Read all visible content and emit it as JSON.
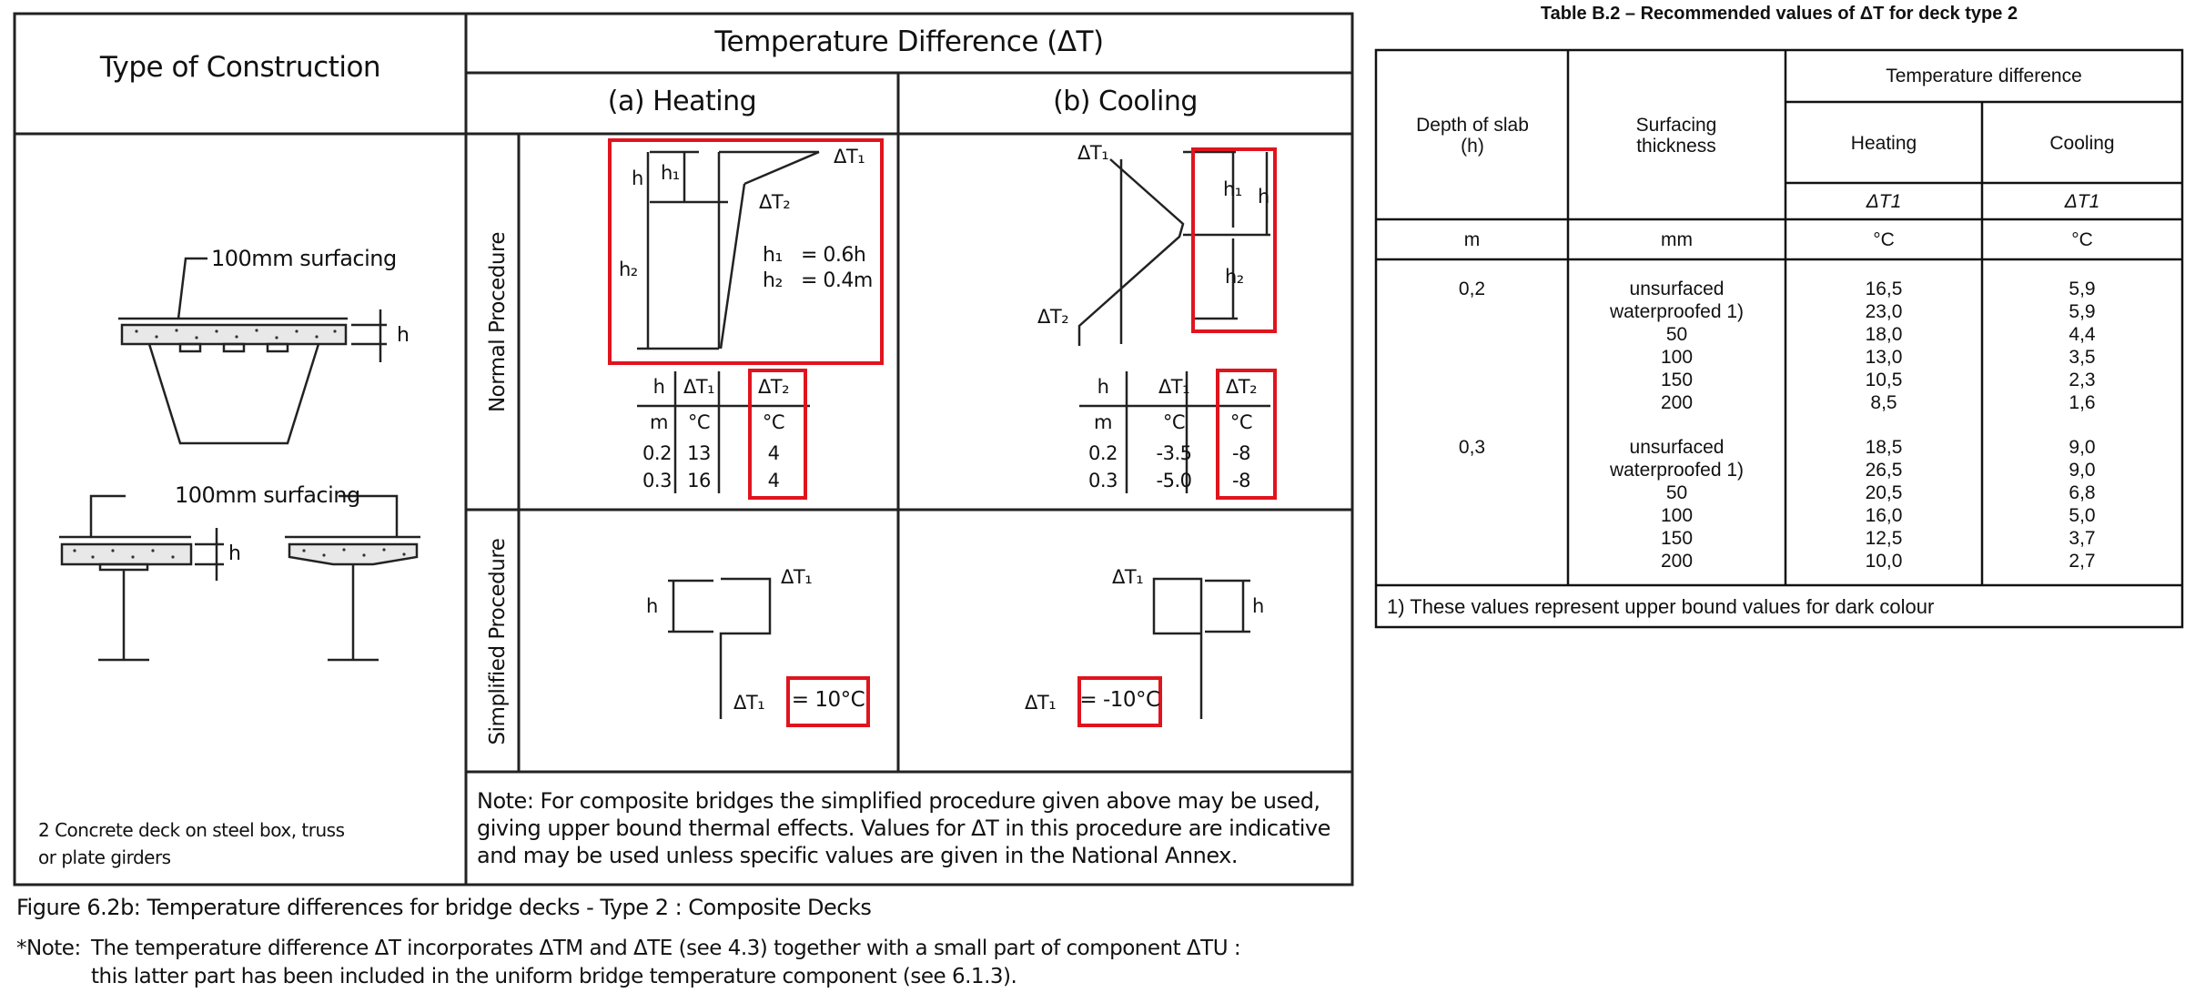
{
  "figure": {
    "header_type": "Type of Construction",
    "header_td": "Temperature Difference (ΔT)",
    "heating": "(a) Heating",
    "cooling": "(b) Cooling",
    "surfacing_top": "100mm surfacing",
    "surfacing_bottom": "100mm surfacing",
    "h": "h",
    "construction_caption_1": "2 Concrete deck on steel box, truss",
    "construction_caption_2": "or plate girders",
    "normal_procedure": "Normal Procedure",
    "simplified_procedure": "Simplified Procedure",
    "heat_labels": {
      "dt1": "ΔT₁",
      "dt2": "ΔT₂",
      "h1": "h₁",
      "h2": "h₂",
      "eq1_lhs": "h₁",
      "eq1_rhs": "= 0.6h",
      "eq2_lhs": "h₂",
      "eq2_rhs": "= 0.4m"
    },
    "cool_labels": {
      "dt1": "ΔT₁",
      "dt2": "ΔT₂",
      "h1": "h₁",
      "h2": "h₂",
      "h": "h"
    },
    "heat_table": {
      "headers": [
        "h",
        "ΔT₁",
        "ΔT₂"
      ],
      "units": [
        "m",
        "°C",
        "°C"
      ],
      "rows": [
        [
          "0.2",
          "13",
          "4"
        ],
        [
          "0.3",
          "16",
          "4"
        ]
      ]
    },
    "cool_table": {
      "headers": [
        "h",
        "ΔT₁",
        "ΔT₂"
      ],
      "units": [
        "m",
        "°C",
        "°C"
      ],
      "rows": [
        [
          "0.2",
          "-3.5",
          "-8"
        ],
        [
          "0.3",
          "-5.0",
          "-8"
        ]
      ]
    },
    "simp_heat": {
      "dt1_top": "ΔT₁",
      "h": "h",
      "dt1_bottom": "ΔT₁",
      "value": "= 10°C"
    },
    "simp_cool": {
      "dt1_top": "ΔT₁",
      "h": "h",
      "dt1_bottom": "ΔT₁",
      "value": "= -10°C"
    },
    "note_lines": [
      "Note: For composite bridges the simplified procedure given above may be used,",
      "giving upper bound thermal effects. Values for ΔT in this procedure are indicative",
      "and may be used unless specific values are given in the National Annex."
    ],
    "caption": "Figure 6.2b: Temperature differences for bridge decks - Type 2 : Composite Decks",
    "footnote_label": "*Note:",
    "footnote_1": "The temperature difference ΔT incorporates ΔTM and ΔTE (see 4.3) together with a small part of component ΔTU :",
    "footnote_2": "this latter part has been included in the uniform bridge temperature component (see 6.1.3)."
  },
  "table_b2": {
    "title": "Table B.2 – Recommended values of ΔT for deck type 2",
    "col_depth": "Depth of slab (h)",
    "col_surfacing": "Surfacing thickness",
    "col_tempdiff": "Temperature difference",
    "col_heating": "Heating",
    "col_cooling": "Cooling",
    "sym_heating": "ΔT1",
    "sym_cooling": "ΔT1",
    "unit_depth": "m",
    "unit_surfacing": "mm",
    "unit_heating": "°C",
    "unit_cooling": "°C",
    "groups": [
      {
        "depth": "0,2",
        "rows": [
          [
            "unsurfaced",
            "16,5",
            "5,9"
          ],
          [
            "waterproofed 1)",
            "23,0",
            "5,9"
          ],
          [
            "50",
            "18,0",
            "4,4"
          ],
          [
            "100",
            "13,0",
            "3,5"
          ],
          [
            "150",
            "10,5",
            "2,3"
          ],
          [
            "200",
            "8,5",
            "1,6"
          ]
        ]
      },
      {
        "depth": "0,3",
        "rows": [
          [
            "unsurfaced",
            "18,5",
            "9,0"
          ],
          [
            "waterproofed 1)",
            "26,5",
            "9,0"
          ],
          [
            "50",
            "20,5",
            "6,8"
          ],
          [
            "100",
            "16,0",
            "5,0"
          ],
          [
            "150",
            "12,5",
            "3,7"
          ],
          [
            "200",
            "10,0",
            "2,7"
          ]
        ]
      }
    ],
    "footnote": "1) These values represent upper bound values for dark colour"
  }
}
